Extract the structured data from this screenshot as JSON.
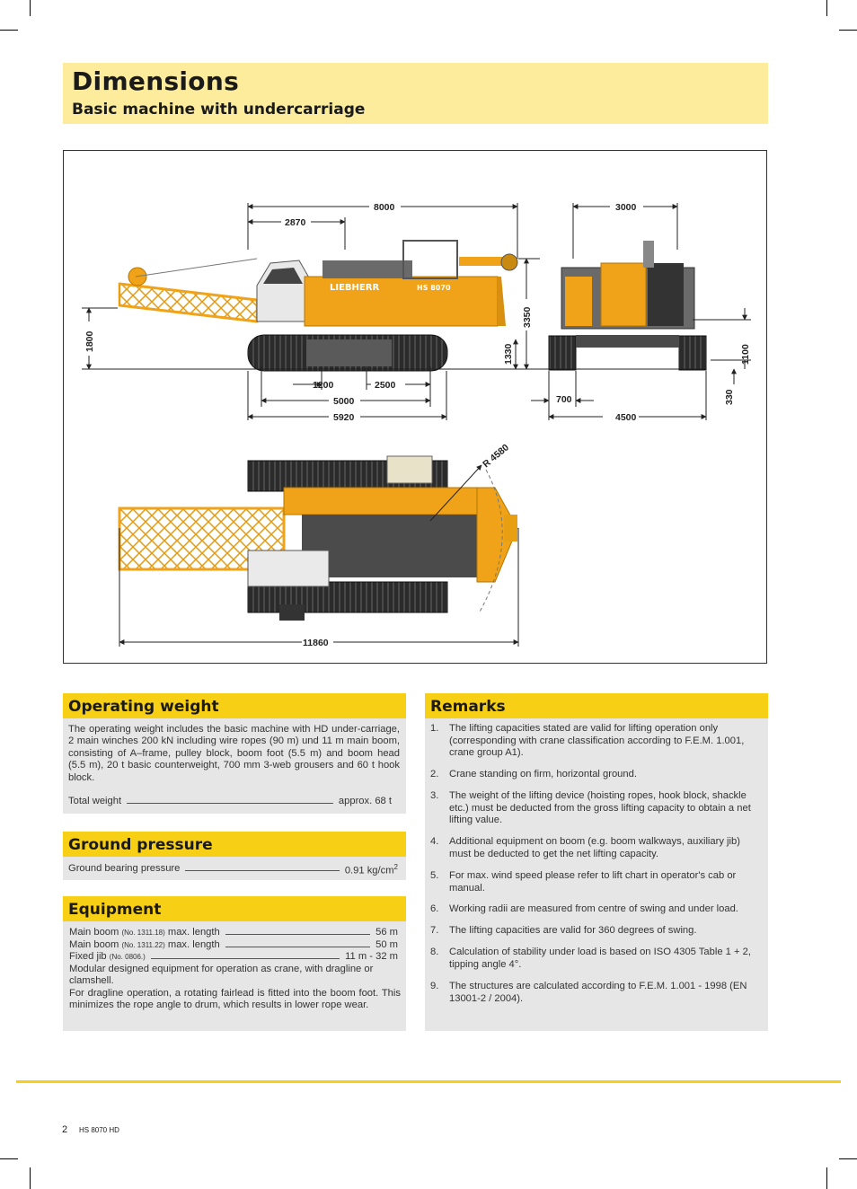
{
  "header": {
    "title": "Dimensions",
    "subtitle": "Basic machine with undercarriage"
  },
  "drawing": {
    "dims": [
      "8000",
      "2870",
      "3000",
      "3350",
      "1800",
      "1330",
      "1200",
      "2500",
      "5000",
      "5920",
      "700",
      "4500",
      "330",
      "1100",
      "R 4580",
      "11860"
    ],
    "brand_text": "LIEBHERR",
    "model_text": "HS 8070",
    "colors": {
      "body": "#f0a319",
      "track": "#2a2a2a",
      "engine": "#555555"
    }
  },
  "operating_weight": {
    "title": "Operating weight",
    "text": "The operating weight includes the basic machine with HD under-carriage, 2 main winches 200 kN including wire ropes (90 m) und 11 m main boom, consisting of A–frame, pulley block, boom foot (5.5 m) and boom head (5.5 m), 20 t basic counterweight, 700 mm 3-web grousers and 60 t hook block.",
    "total_label": "Total weight",
    "total_value": "approx. 68 t"
  },
  "ground_pressure": {
    "title": "Ground pressure",
    "label": "Ground bearing pressure",
    "value": "0.91 kg/cm",
    "value_sup": "2"
  },
  "equipment": {
    "title": "Equipment",
    "rows": [
      {
        "label": "Main boom",
        "note": "(No. 1311.18)",
        "suffix": "max. length",
        "value": "56 m"
      },
      {
        "label": "Main boom",
        "note": "(No. 1311.22)",
        "suffix": "max. length",
        "value": "50 m"
      },
      {
        "label": "Fixed jib",
        "note": "(No. 0806.)",
        "suffix": "",
        "value": "11 m - 32 m"
      }
    ],
    "text1": "Modular designed equipment for operation as crane, with dragline or clamshell.",
    "text2": "For dragline operation, a rotating fairlead is fitted into the boom foot. This minimizes the rope angle to drum, which results in lower rope wear."
  },
  "remarks": {
    "title": "Remarks",
    "items": [
      {
        "num": "1.",
        "text": "The lifting capacities stated are valid for lifting operation only (corresponding with crane classification according to F.E.M. 1.001, crane group A1)."
      },
      {
        "num": "2.",
        "text": "Crane standing on firm, horizontal ground."
      },
      {
        "num": "3.",
        "text": "The weight of the lifting device (hoisting ropes, hook block, shackle etc.) must be deducted from the gross lifting capacity to obtain a net lifting value."
      },
      {
        "num": "4.",
        "text": "Additional equipment on boom (e.g. boom walkways, auxiliary jib) must be deducted to get the net lifting capacity."
      },
      {
        "num": "5.",
        "text": "For max. wind speed please refer to lift chart in operator's cab or manual."
      },
      {
        "num": "6.",
        "text": "Working radii are measured from centre of swing and under load."
      },
      {
        "num": "7.",
        "text": "The lifting capacities are valid for 360 degrees of swing."
      },
      {
        "num": "8.",
        "text": "Calculation of stability under load is based on ISO 4305 Table 1 + 2, tipping angle 4°."
      },
      {
        "num": "9.",
        "text": "The structures are calculated according to F.E.M. 1.001 - 1998 (EN 13001-2 / 2004)."
      }
    ]
  },
  "footer": {
    "page": "2",
    "model": "HS 8070 HD"
  }
}
